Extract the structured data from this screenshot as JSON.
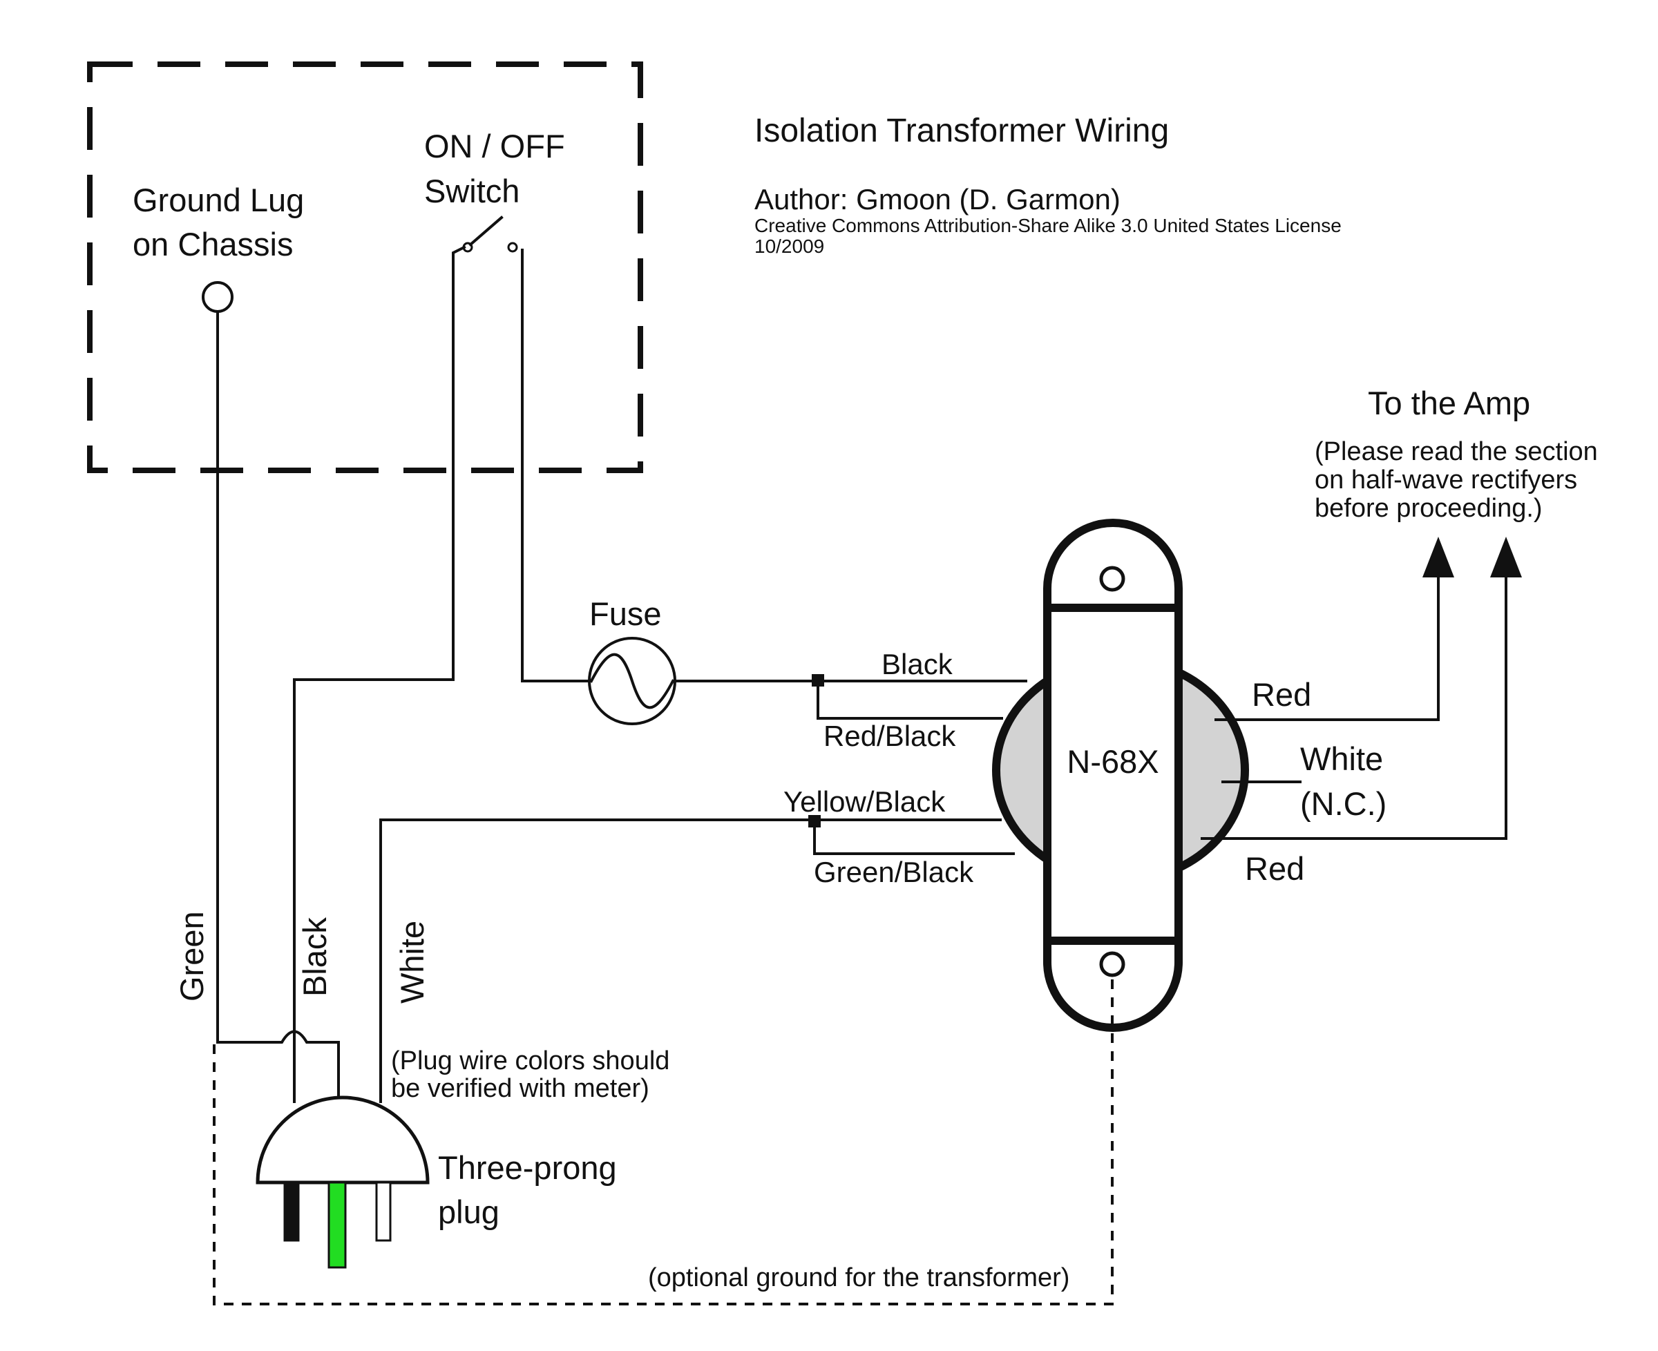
{
  "header": {
    "title": "Isolation Transformer Wiring",
    "author": "Author: Gmoon (D. Garmon)",
    "license": "Creative Commons Attribution-Share Alike 3.0 United States License",
    "date": "10/2009"
  },
  "chassis": {
    "ground_lug_line1": "Ground Lug",
    "ground_lug_line2": "on Chassis",
    "switch_line1": "ON / OFF",
    "switch_line2": "Switch"
  },
  "fuse": {
    "label": "Fuse"
  },
  "transformer": {
    "model": "N-68X",
    "primary_top": "Black",
    "primary_top_b": "Red/Black",
    "primary_bottom": "Yellow/Black",
    "primary_bottom_b": "Green/Black",
    "secondary_top": "Red",
    "secondary_center_line1": "White",
    "secondary_center_line2": "(N.C.)",
    "secondary_bottom": "Red"
  },
  "output": {
    "heading": "To the Amp",
    "note_line1": "(Please read the section",
    "note_line2": "on half-wave rectifyers",
    "note_line3": "before proceeding.)"
  },
  "cord": {
    "green": "Green",
    "black": "Black",
    "white": "White",
    "verify_line1": "(Plug wire colors should",
    "verify_line2": "be verified with meter)",
    "plug_line1": "Three-prong",
    "plug_line2": "plug",
    "optional_ground": "(optional ground for the transformer)"
  },
  "colors": {
    "wire": "#111111",
    "ground_prong": "#22dd22",
    "transformer_fill": "#d3d3d3",
    "hot_prong": "#111111",
    "neutral_prong": "#ffffff"
  }
}
